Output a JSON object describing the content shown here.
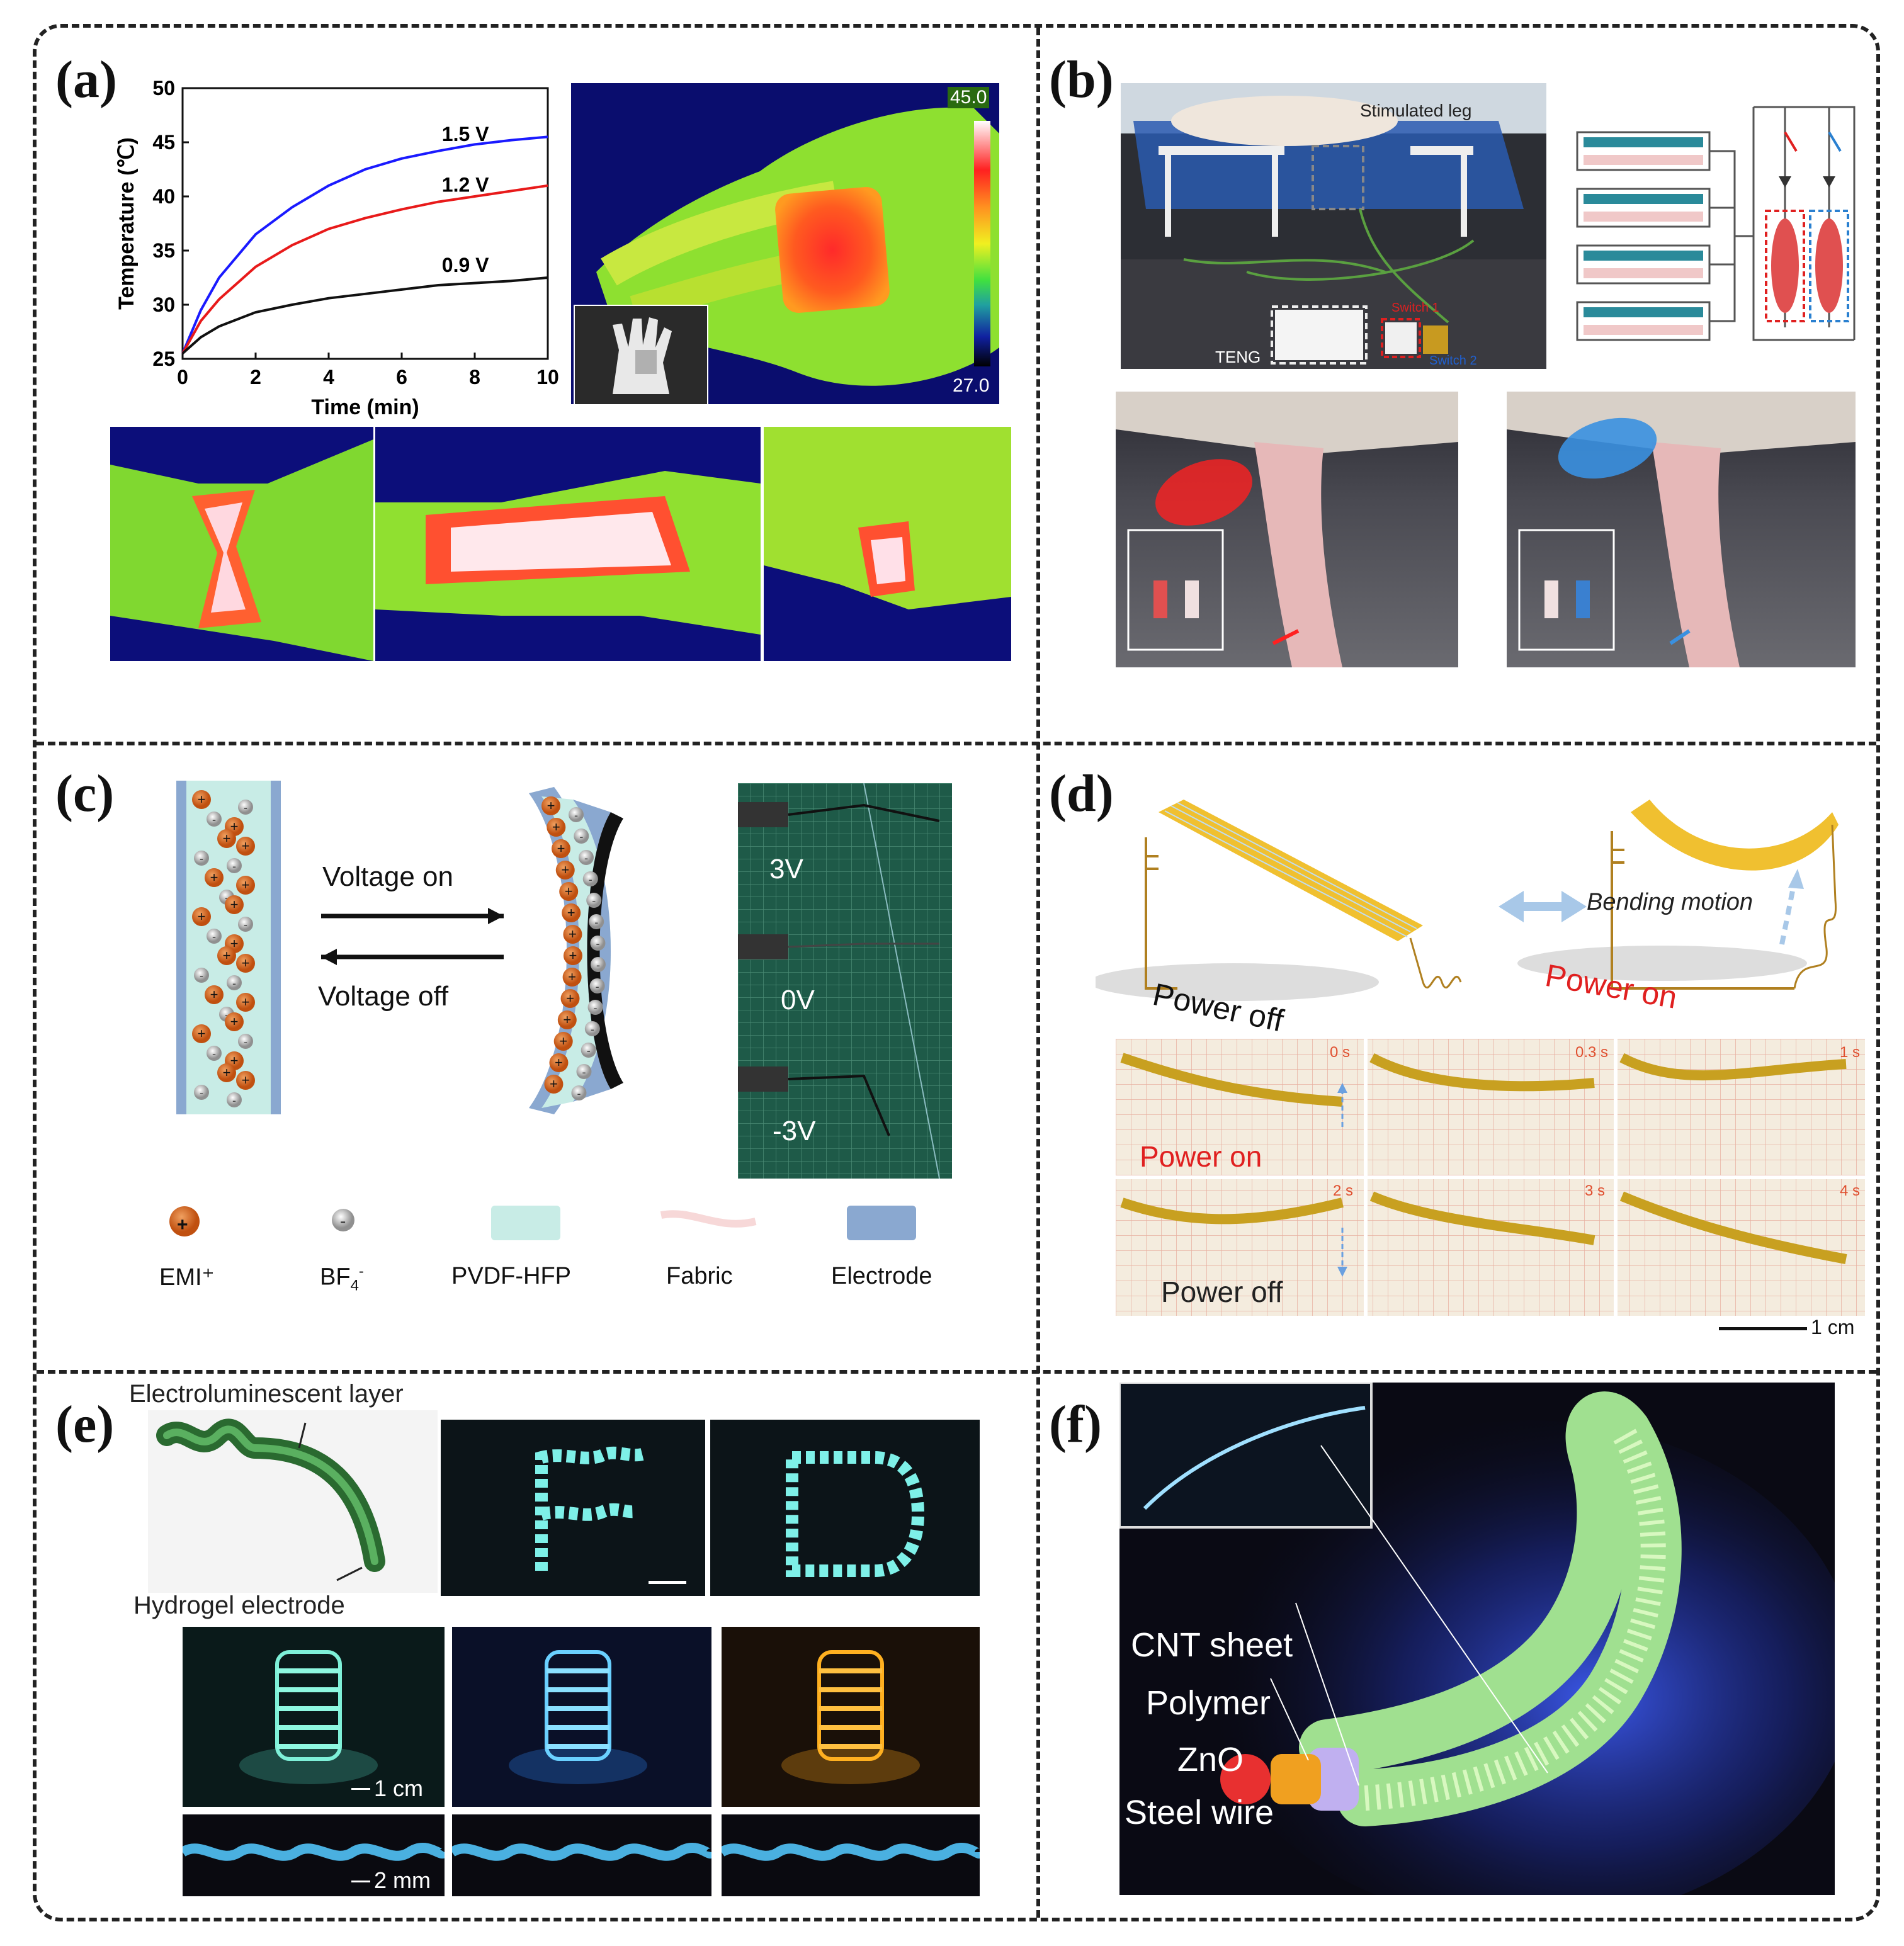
{
  "panels": {
    "a": {
      "label": "(a)",
      "chart_data": {
        "type": "line",
        "xlabel": "Time (min)",
        "ylabel": "Temperature (℃)",
        "xlim": [
          0,
          10
        ],
        "ylim": [
          25,
          50
        ],
        "xticks": [
          "0",
          "2",
          "4",
          "6",
          "8",
          "10"
        ],
        "yticks": [
          "25",
          "30",
          "35",
          "40",
          "45",
          "50"
        ],
        "series": [
          {
            "name": "1.5 V",
            "color": "#1a1aff",
            "x": [
              0,
              0.5,
              1,
              2,
              3,
              4,
              5,
              6,
              7,
              8,
              9,
              10
            ],
            "y": [
              25.5,
              29.5,
              32.5,
              36.5,
              39.0,
              41.0,
              42.5,
              43.5,
              44.2,
              44.8,
              45.2,
              45.5
            ]
          },
          {
            "name": "1.2 V",
            "color": "#e81a1a",
            "x": [
              0,
              0.5,
              1,
              2,
              3,
              4,
              5,
              6,
              7,
              8,
              9,
              10
            ],
            "y": [
              25.5,
              28.5,
              30.5,
              33.5,
              35.5,
              37.0,
              38.0,
              38.8,
              39.5,
              40.0,
              40.5,
              41.0
            ]
          },
          {
            "name": "0.9 V",
            "color": "#111111",
            "x": [
              0,
              0.5,
              1,
              2,
              3,
              4,
              5,
              6,
              7,
              8,
              9,
              10
            ],
            "y": [
              25.5,
              27.0,
              28.0,
              29.3,
              30.0,
              30.6,
              31.0,
              31.4,
              31.8,
              32.0,
              32.2,
              32.5
            ]
          }
        ]
      },
      "thermal_scale": {
        "max": "45.0",
        "min": "27.0"
      }
    },
    "b": {
      "label": "(b)",
      "stimulated": "Stimulated leg",
      "teng": "TENG",
      "switch1": "Switch 1",
      "switch2": "Switch 2"
    },
    "c": {
      "label": "(c)",
      "voltage_on": "Voltage on",
      "voltage_off": "Voltage off",
      "photo_labels": [
        "3V",
        "0V",
        "-3V"
      ],
      "legend": {
        "emi": "EMI⁺",
        "bf4_main": "BF",
        "bf4_sub": "4",
        "bf4_sup": "-",
        "pvdf": "PVDF-HFP",
        "fabric": "Fabric",
        "electrode": "Electrode"
      },
      "ion_signs": {
        "plus": "+",
        "minus": "-"
      }
    },
    "d": {
      "label": "(d)",
      "bending": "Bending motion",
      "power_off": "Power off",
      "power_on": "Power on",
      "times": [
        "0 s",
        "0.3 s",
        "1 s",
        "2 s",
        "3 s",
        "4 s"
      ],
      "grid_power_on": "Power on",
      "grid_power_off": "Power off",
      "scale": "1 cm"
    },
    "e": {
      "label": "(e)",
      "el_layer": "Electroluminescent layer",
      "hydrogel": "Hydrogel electrode",
      "scale1": "1 cm",
      "scale2": "2 mm"
    },
    "f": {
      "label": "(f)",
      "cnt": "CNT sheet",
      "polymer": "Polymer",
      "zno": "ZnO",
      "steel": "Steel wire"
    }
  },
  "colors": {
    "frame": "#222222",
    "blue_line": "#1a1aff",
    "red_line": "#e81a1a",
    "accent_red": "#e02020",
    "gold": "#f0c030"
  }
}
